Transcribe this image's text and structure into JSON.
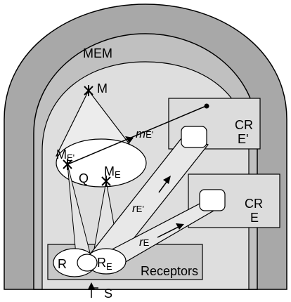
{
  "labels": {
    "mem": "MEM",
    "m": "M",
    "m_e_prime": "M",
    "m_e_prime_sub": "E'",
    "m_e": "M",
    "m_e_sub": "E",
    "q": "Q",
    "m_edge": "m",
    "m_edge_sub": "E'",
    "cr_upper_line1": "CR",
    "cr_upper_line2": "E'",
    "cr_lower_line1": "CR",
    "cr_lower_line2": "E",
    "r_e_prime": "r",
    "r_e_prime_sub": "E'",
    "r_e": "r",
    "r_e_sub": "E",
    "r": "R",
    "r_sub_main": "R",
    "r_sub_main_sub": "E",
    "receptors": "Receptors",
    "s": "S"
  },
  "colors": {
    "outer_shell": "#a8a8a8",
    "mem_region": "#c0c0c0",
    "inner_light": "#dedede",
    "white": "#ffffff",
    "stroke": "#000000"
  }
}
